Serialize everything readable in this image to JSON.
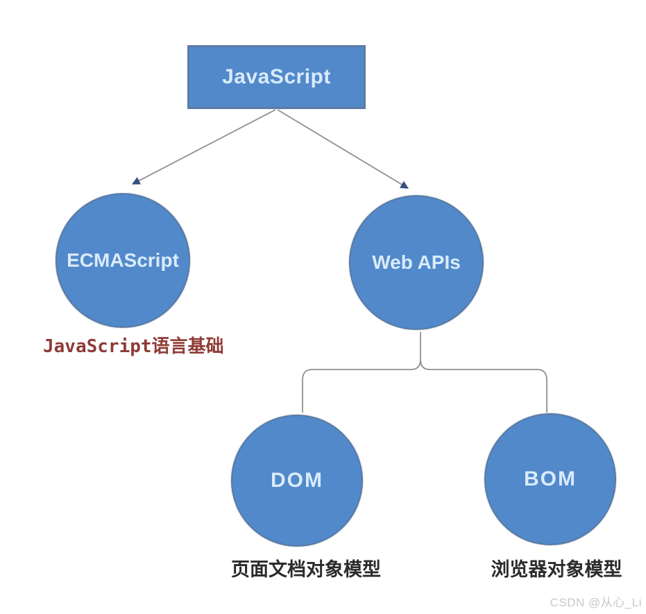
{
  "diagram": {
    "title_node": {
      "label": "JavaScript"
    },
    "nodes": [
      {
        "id": "ecmascript",
        "label": "ECMAScript"
      },
      {
        "id": "webapis",
        "label": "Web APIs"
      },
      {
        "id": "dom",
        "label": "DOM"
      },
      {
        "id": "bom",
        "label": "BOM"
      }
    ],
    "annotations": {
      "ecmascript_note": "JavaScript语言基础",
      "dom_caption": "页面文档对象模型",
      "bom_caption": "浏览器对象模型"
    }
  },
  "watermark": "CSDN @从心_Li",
  "colors": {
    "bg": "#ffffff",
    "node_fill": "#5289cb",
    "node_text": "#d9ebfa",
    "rect_border": "#5a7ba3",
    "circle_border": "#587aa2",
    "connector": "#8f8f8f",
    "arrowhead": "#33517d",
    "annotation": "#8e3b36",
    "caption": "#2b2b2b",
    "watermark": "#c9c9c9"
  }
}
